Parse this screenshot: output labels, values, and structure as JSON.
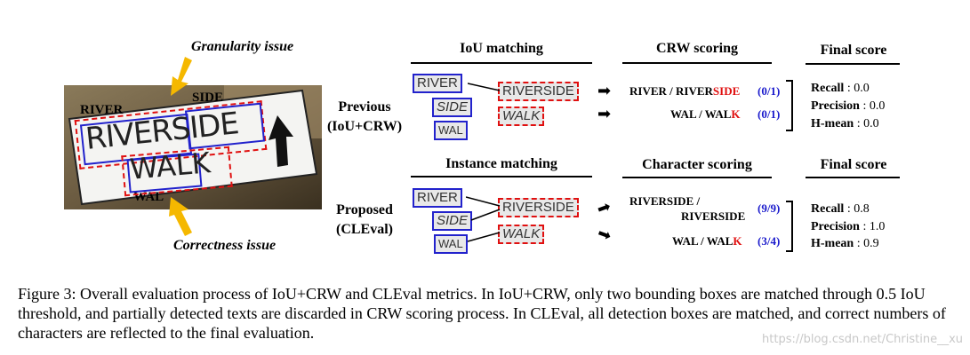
{
  "left": {
    "granularity_label": "Granularity issue",
    "correctness_label": "Correctness issue",
    "sign": {
      "gt_river": "RIVER",
      "gt_side": "SIDE",
      "gt_wal": "WAL",
      "word1": "RIVERSIDE",
      "word2": "WALK"
    },
    "accent_color": "#f5b800"
  },
  "rows": {
    "previous": {
      "name": "Previous",
      "method": "(IoU+CRW)"
    },
    "proposed": {
      "name": "Proposed",
      "method": "(CLEval)"
    }
  },
  "headers": {
    "iou_matching": "IoU matching",
    "crw_scoring": "CRW scoring",
    "final_score_1": "Final score",
    "instance_matching": "Instance matching",
    "character_scoring": "Character scoring",
    "final_score_2": "Final score"
  },
  "crops": {
    "gt_river": "RIVER",
    "gt_side": "SIDE",
    "gt_wal": "WAL",
    "det_riverside": "RIVERSIDE",
    "det_walk": "WALK"
  },
  "previous_scores": {
    "line1_prefix": "RIVER / RIVER",
    "line1_suffix": "SIDE",
    "line1_frac": "(0/1)",
    "line2_prefix": "WAL / WAL",
    "line2_suffix": "K",
    "line2_frac": "(0/1)",
    "recall_label": "Recall",
    "recall_value": ": 0.0",
    "precision_label": "Precision",
    "precision_value": ": 0.0",
    "hmean_label": "H-mean",
    "hmean_value": ": 0.0"
  },
  "proposed_scores": {
    "line1a": "RIVERSIDE /",
    "line1b": "RIVERSIDE",
    "line1_frac": "(9/9)",
    "line2_prefix": "WAL / WAL",
    "line2_suffix": "K",
    "line2_frac": "(3/4)",
    "recall_label": "Recall",
    "recall_value": ": 0.8",
    "precision_label": "Precision",
    "precision_value": ": 1.0",
    "hmean_label": "H-mean",
    "hmean_value": ": 0.9"
  },
  "caption": "Figure 3: Overall evaluation process of IoU+CRW and CLEval metrics. In IoU+CRW, only two bounding boxes are matched through 0.5 IoU threshold, and partially detected texts are discarded in CRW scoring process. In CLEval, all detection boxes are matched, and correct numbers of characters are reflected to the final evaluation.",
  "watermark": "https://blog.csdn.net/Christine__xu"
}
